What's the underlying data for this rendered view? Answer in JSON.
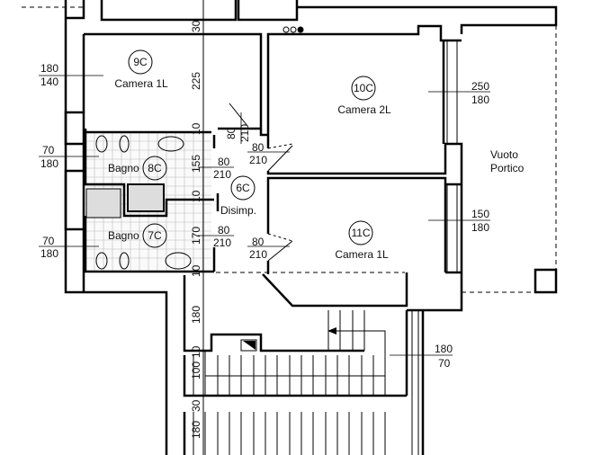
{
  "rooms": {
    "r9c": {
      "code": "9C",
      "name": "Camera 1L"
    },
    "r10c": {
      "code": "10C",
      "name": "Camera 2L"
    },
    "r11c": {
      "code": "11C",
      "name": "Camera 1L"
    },
    "r8c": {
      "code": "8C",
      "name": "Bagno"
    },
    "r7c": {
      "code": "7C",
      "name": "Bagno"
    },
    "r6c": {
      "code": "6C",
      "name": "Disimp."
    },
    "portico": {
      "line1": "Vuoto",
      "line2": "Portico"
    }
  },
  "windows": {
    "w9c": {
      "w": "180",
      "h": "140"
    },
    "w8c": {
      "w": "70",
      "h": "180"
    },
    "w7c": {
      "w": "70",
      "h": "180"
    },
    "w10c": {
      "w": "250",
      "h": "180"
    },
    "w11c": {
      "w": "150",
      "h": "180"
    },
    "wstair": {
      "w": "180",
      "h": "70"
    }
  },
  "doors": {
    "d9c": {
      "w": "80",
      "h": "210"
    },
    "d8c": {
      "w": "80",
      "h": "210"
    },
    "d7c": {
      "w": "80",
      "h": "210"
    },
    "d10c": {
      "w": "80",
      "h": "210"
    },
    "d11c": {
      "w": "80",
      "h": "210"
    }
  },
  "dims": [
    "30",
    "225",
    "10",
    "155",
    "10",
    "170",
    "10",
    "180",
    "10",
    "100",
    "30",
    "180"
  ]
}
